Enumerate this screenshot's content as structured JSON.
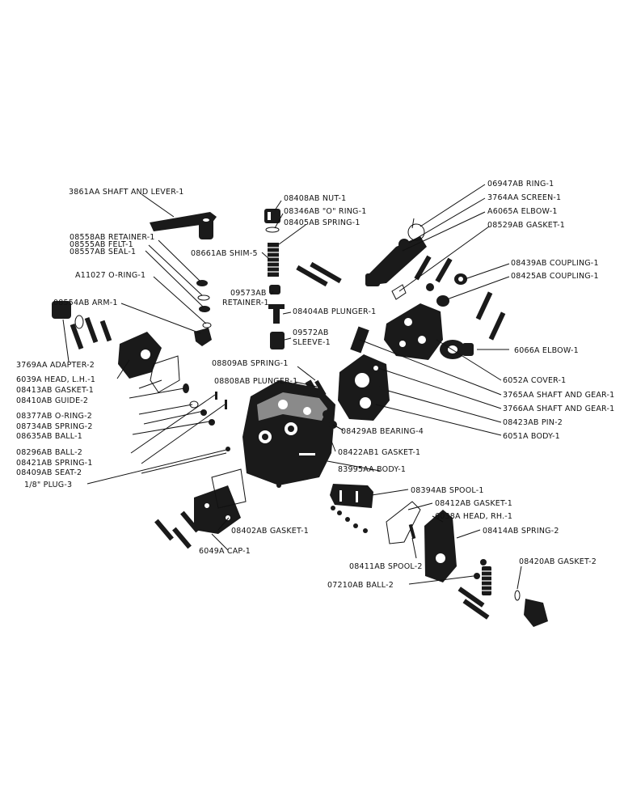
{
  "labels": {
    "shaft_lever": "3861AA SHAFT AND LEVER-1",
    "nut": "08408AB NUT-1",
    "o_ring_top": "08346AB \"O\" RING-1",
    "spring_top": "08405AB SPRING-1",
    "shim": "08661AB SHIM-5",
    "retainer_mid": "09573AB",
    "retainer_mid2": "RETAINER-1",
    "plunger_top": "08404AB PLUNGER-1",
    "sleeve1": "09572AB",
    "sleeve2": "SLEEVE-1",
    "retainer": "08558AB RETAINER-1",
    "felt": "08555AB FELT-1",
    "seal": "08557AB SEAL-1",
    "o_ring_left": "A11027 O-RING-1",
    "arm": "08554AB ARM-1",
    "adapter": "3769AA ADAPTER-2",
    "head_lh": "6039A HEAD, L.H.-1",
    "gasket_l": "08413AB GASKET-1",
    "guide": "08410AB GUIDE-2",
    "oring2": "08377AB O-RING-2",
    "spring2": "08734AB SPRING-2",
    "ball1": "08635AB BALL-1",
    "ball2": "08296AB BALL-2",
    "spring1": "08421AB SPRING-1",
    "seat": "08409AB SEAT-2",
    "plug": "1/8\" PLUG-3",
    "spring_mid": "08809AB SPRING-1",
    "plunger_mid": "08808AB PLUNGER-1",
    "ring": "06947AB RING-1",
    "screen": "3764AA SCREEN-1",
    "elbow_top": "A6065A ELBOW-1",
    "gasket_r": "08529AB GASKET-1",
    "coupling1": "08439AB COUPLING-1",
    "coupling2": "08425AB COUPLING-1",
    "elbow": "6066A ELBOW-1",
    "cover": "6052A COVER-1",
    "shaft_gear1": "3765AA SHAFT AND GEAR-1",
    "shaft_gear2": "3766AA SHAFT AND GEAR-1",
    "pin": "08423AB PIN-2",
    "body_r": "6051A BODY-1",
    "bearing": "08429AB BEARING-4",
    "gasket_body": "08422AB1 GASKET-1",
    "body": "83995AA BODY-1",
    "spool1": "08394AB SPOOL-1",
    "gasket_spool": "08412AB GASKET-1",
    "head_rh": "6038A HEAD, RH.-1",
    "spring_rh": "08414AB SPRING-2",
    "gasket_cap": "08402AB GASKET-1",
    "cap": "6049A CAP-1",
    "spool2": "08411AB SPOOL-2",
    "gasket2": "08420AB GASKET-2",
    "ball_rh": "07210AB BALL-2"
  },
  "colors": {
    "ink": "#1a1a1a",
    "paper": "#ffffff"
  }
}
